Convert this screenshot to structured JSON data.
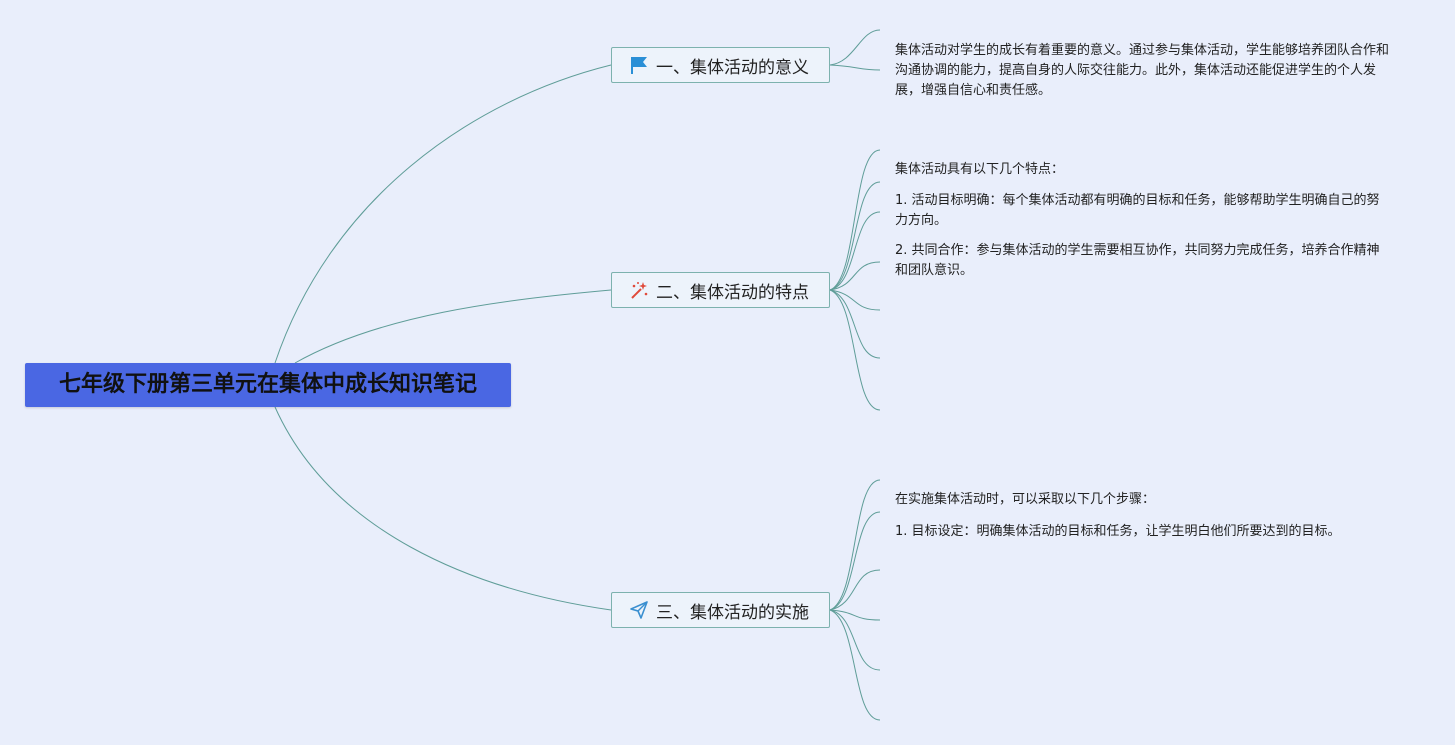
{
  "root": {
    "title": "七年级下册第三单元在集体中成长知识笔记"
  },
  "branches": [
    {
      "label": "一、集体活动的意义",
      "icon": "flag-icon",
      "notes": [
        "集体活动对学生的成长有着重要的意义。通过参与集体活动，学生能够培养团队合作和沟通协调的能力，提高自身的人际交往能力。此外，集体活动还能促进学生的个人发展，增强自信心和责任感。"
      ]
    },
    {
      "label": "二、集体活动的特点",
      "icon": "sparkle-icon",
      "notes": [
        "集体活动具有以下几个特点：",
        "1. 活动目标明确：每个集体活动都有明确的目标和任务，能够帮助学生明确自己的努力方向。",
        "2. 共同合作：参与集体活动的学生需要相互协作，共同努力完成任务，培养合作精神和团队意识。"
      ]
    },
    {
      "label": "三、集体活动的实施",
      "icon": "paper-plane-icon",
      "notes": [
        "在实施集体活动时，可以采取以下几个步骤：",
        "1. 目标设定：明确集体活动的目标和任务，让学生明白他们所要达到的目标。"
      ]
    }
  ],
  "colors": {
    "background": "#e9eefb",
    "root_fill": "#4a67e3",
    "branch_border": "#7db2ae",
    "connector": "#5f9d98",
    "flag_icon": "#2a8fd6",
    "sparkle_icon": "#e04a3a",
    "paper_plane_icon": "#3a8fd0"
  }
}
